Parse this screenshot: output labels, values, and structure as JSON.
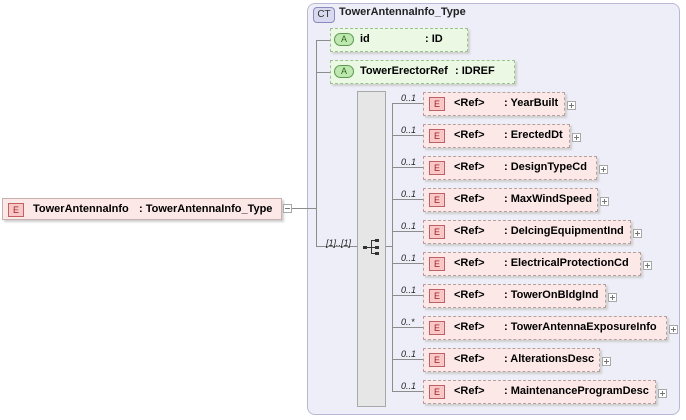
{
  "root": {
    "badge": "E",
    "name": "TowerAntennaInfo",
    "type_label": ": TowerAntennaInfo_Type"
  },
  "complex_type": {
    "badge": "CT",
    "title": "TowerAntennaInfo_Type"
  },
  "attributes": [
    {
      "badge": "A",
      "name": "id",
      "type_label": ": ID"
    },
    {
      "badge": "A",
      "name": "TowerErectorRef",
      "type_label": ": IDREF"
    }
  ],
  "sequence": {
    "cardinality": "[1]..[1]"
  },
  "children": [
    {
      "badge": "E",
      "ref": "<Ref>",
      "name": ": YearBuilt",
      "card": "0..1"
    },
    {
      "badge": "E",
      "ref": "<Ref>",
      "name": ": ErectedDt",
      "card": "0..1"
    },
    {
      "badge": "E",
      "ref": "<Ref>",
      "name": ": DesignTypeCd",
      "card": "0..1"
    },
    {
      "badge": "E",
      "ref": "<Ref>",
      "name": ": MaxWindSpeed",
      "card": "0..1"
    },
    {
      "badge": "E",
      "ref": "<Ref>",
      "name": ": DeIcingEquipmentInd",
      "card": "0..1"
    },
    {
      "badge": "E",
      "ref": "<Ref>",
      "name": ": ElectricalProtectionCd",
      "card": "0..1"
    },
    {
      "badge": "E",
      "ref": "<Ref>",
      "name": ": TowerOnBldgInd",
      "card": "0..1"
    },
    {
      "badge": "E",
      "ref": "<Ref>",
      "name": ": TowerAntennaExposureInfo",
      "card": "0..*"
    },
    {
      "badge": "E",
      "ref": "<Ref>",
      "name": ": AlterationsDesc",
      "card": "0..1"
    },
    {
      "badge": "E",
      "ref": "<Ref>",
      "name": ": MaintenanceProgramDesc",
      "card": "0..1"
    }
  ]
}
